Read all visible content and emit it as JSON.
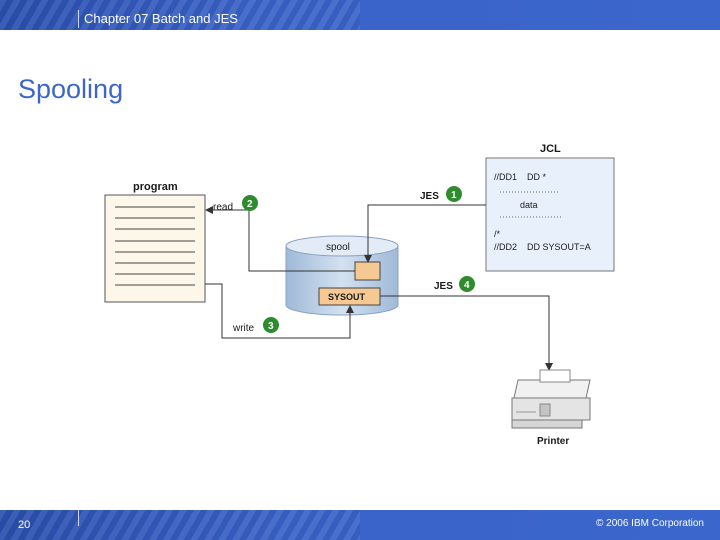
{
  "header": {
    "title": "Chapter 07 Batch and JES"
  },
  "slide": {
    "title": "Spooling"
  },
  "diagram": {
    "program_label": "program",
    "jcl_label": "JCL",
    "jcl_lines": [
      "//DD1    DD *",
      "data",
      "/*",
      "//DD2    DD SYSOUT=A"
    ],
    "spool_label": "spool",
    "sysout_label": "SYSOUT",
    "printer_label": "Printer",
    "steps": [
      {
        "label": "JES",
        "num": "1"
      },
      {
        "label": "read",
        "num": "2"
      },
      {
        "label": "write",
        "num": "3"
      },
      {
        "label": "JES",
        "num": "4"
      }
    ]
  },
  "colors": {
    "accent": "#3c67c8",
    "badge": "#2e8b2e",
    "jcl_bg": "#e8f1fb",
    "spool": "#b9cfe6",
    "sysout": "#f6c992"
  },
  "footer": {
    "page": "20",
    "copyright": "© 2006 IBM Corporation"
  }
}
